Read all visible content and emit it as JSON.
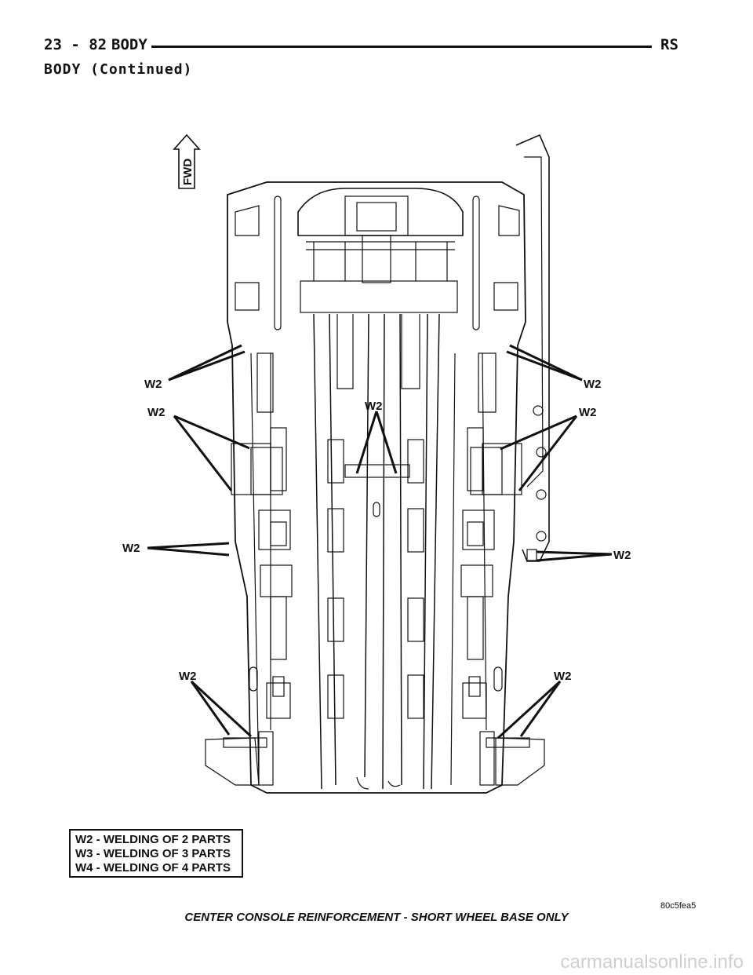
{
  "header": {
    "page_number": "23 - 82",
    "section": "BODY",
    "model": "RS",
    "continued": "BODY (Continued)"
  },
  "diagram": {
    "forward_arrow_label": "FWD",
    "weld_labels": [
      "W2",
      "W2",
      "W2",
      "W2",
      "W2",
      "W2",
      "W2",
      "W2",
      "W2"
    ]
  },
  "legend": {
    "items": [
      "W2 - WELDING OF 2 PARTS",
      "W3 - WELDING OF 3 PARTS",
      "W4 - WELDING OF 4 PARTS"
    ]
  },
  "figure": {
    "id": "80c5fea5",
    "caption": "CENTER CONSOLE REINFORCEMENT - SHORT WHEEL BASE ONLY"
  },
  "watermark": "carmanualsonline.info"
}
